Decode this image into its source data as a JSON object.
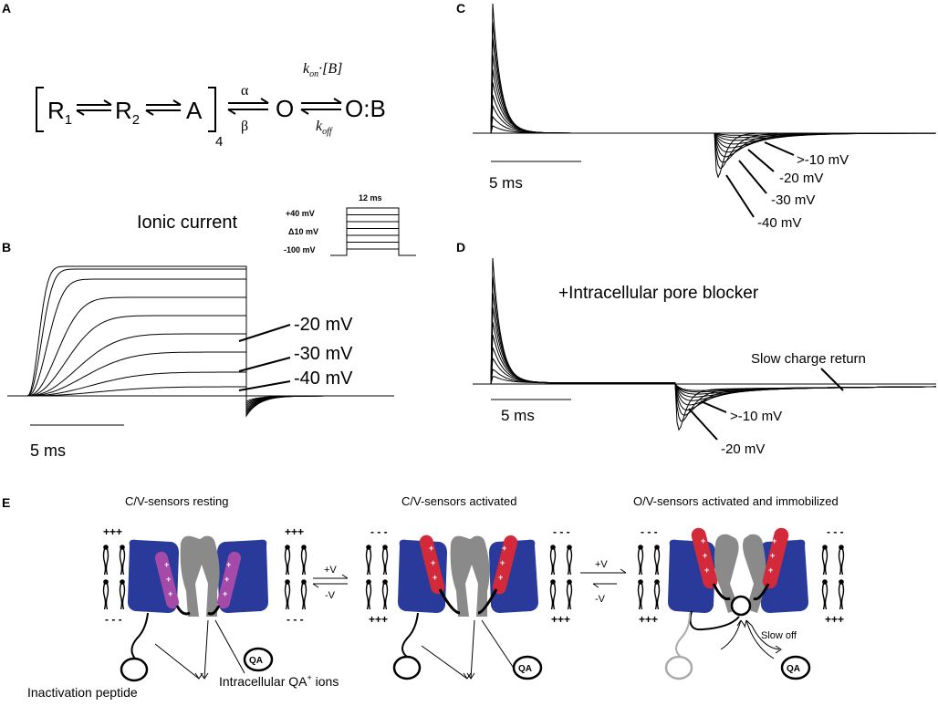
{
  "panels": {
    "A": {
      "letter": "A",
      "scheme": {
        "r1_base": "R",
        "r1_sub": "1",
        "r2_base": "R",
        "r2_sub": "2",
        "a": "A",
        "bracket_sub": "4",
        "alpha": "α",
        "beta": "β",
        "o": "O",
        "kon_k": "k",
        "kon_sub": "on",
        "kon_rest": "·[B]",
        "koff_k": "k",
        "koff_sub": "off",
        "ob": "O:B"
      }
    },
    "B": {
      "letter": "B",
      "title": "Ionic current",
      "protocol": {
        "top": "+40 mV",
        "step": "Δ10 mV",
        "bottom": "-100 mV",
        "duration": "12 ms"
      },
      "labels": [
        "-20 mV",
        "-30 mV",
        "-40 mV"
      ],
      "scale": "5 ms"
    },
    "C": {
      "letter": "C",
      "scale": "5 ms",
      "labels": [
        ">-10 mV",
        "-20 mV",
        "-30 mV",
        "-40 mV"
      ]
    },
    "D": {
      "letter": "D",
      "title": "+Intracellular pore blocker",
      "slow_label": "Slow charge return",
      "scale": "5 ms",
      "labels": [
        ">-10 mV",
        "-20 mV"
      ]
    },
    "E": {
      "letter": "E",
      "state1_title": "C/V-sensors resting",
      "state2_title": "C/V-sensors activated",
      "state3_title": "O/V-sensors activated and immobilized",
      "plus": "+++",
      "minus": "- - -",
      "arrow_pos": "+V",
      "arrow_neg": "-V",
      "qa": "QA",
      "slow_off": "Slow off",
      "inactivation": "Inactivation peptide",
      "qa_ions_pre": "Intracellular QA",
      "qa_ions_sup": "+",
      "qa_ions_post": " ions"
    }
  },
  "colors": {
    "channel": "#2a3a9a",
    "sensor_resting": "#a54aa8",
    "sensor_activated": "#d22a3a",
    "pore": "#8a8a8a",
    "peptide_immobilized": "#aaaaaa"
  }
}
